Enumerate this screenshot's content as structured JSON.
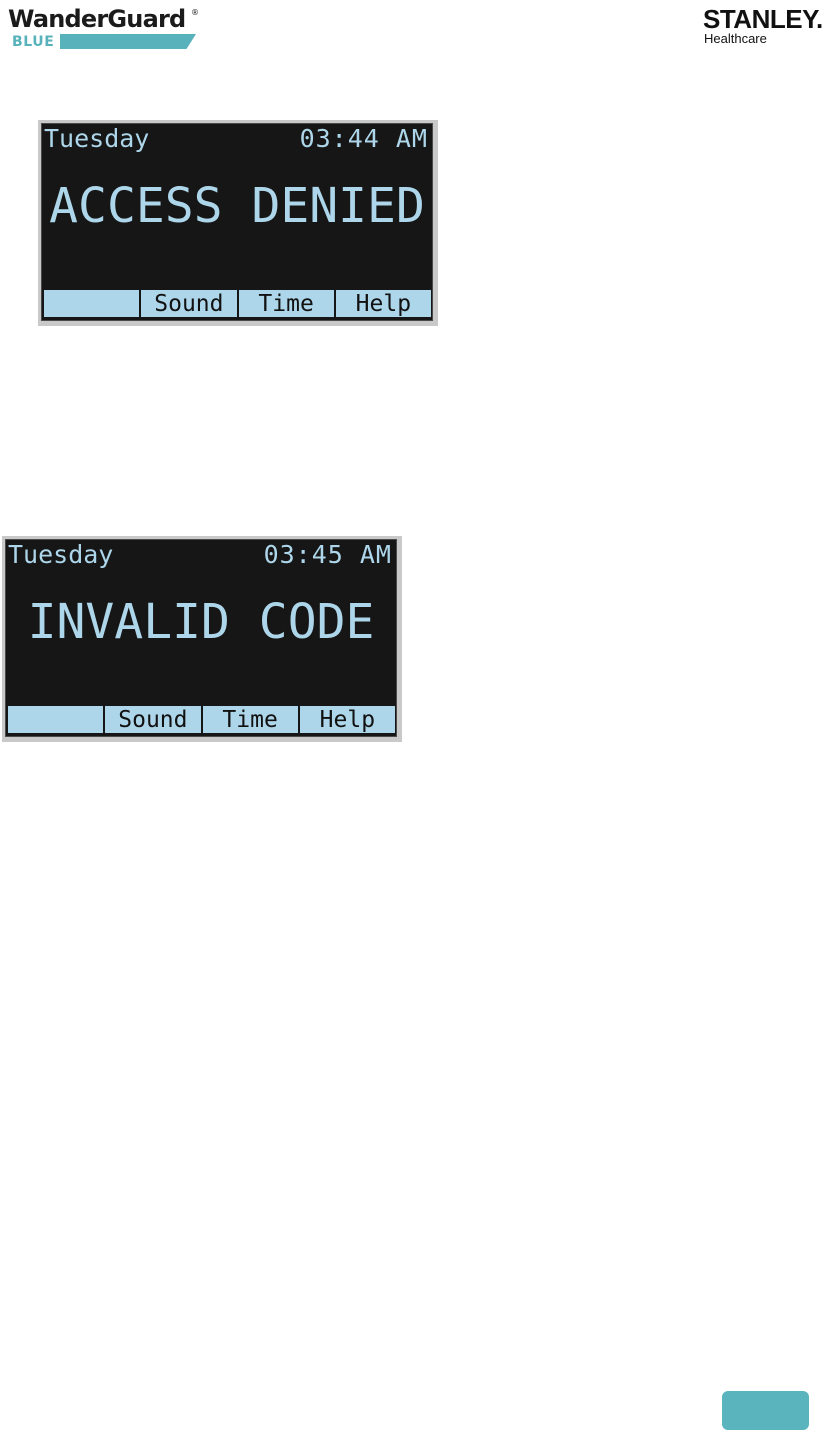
{
  "header": {
    "brand_left": {
      "wordmark": "WanderGuard",
      "registered_mark": "®",
      "subline": "BLUE"
    },
    "brand_right": {
      "name": "STANLEY.",
      "division": "Healthcare"
    }
  },
  "screens": [
    {
      "day": "Tuesday",
      "time": "03:44 AM",
      "message": "ACCESS DENIED",
      "softkeys": [
        "",
        "Sound",
        "Time",
        "Help"
      ]
    },
    {
      "day": "Tuesday",
      "time": "03:45 AM",
      "message": "INVALID CODE",
      "softkeys": [
        "",
        "Sound",
        "Time",
        "Help"
      ]
    }
  ],
  "colors": {
    "lcd_background": "#161616",
    "lcd_text": "#aed6ea",
    "brand_teal": "#58b2bb"
  },
  "footer": {
    "button_label": ""
  }
}
